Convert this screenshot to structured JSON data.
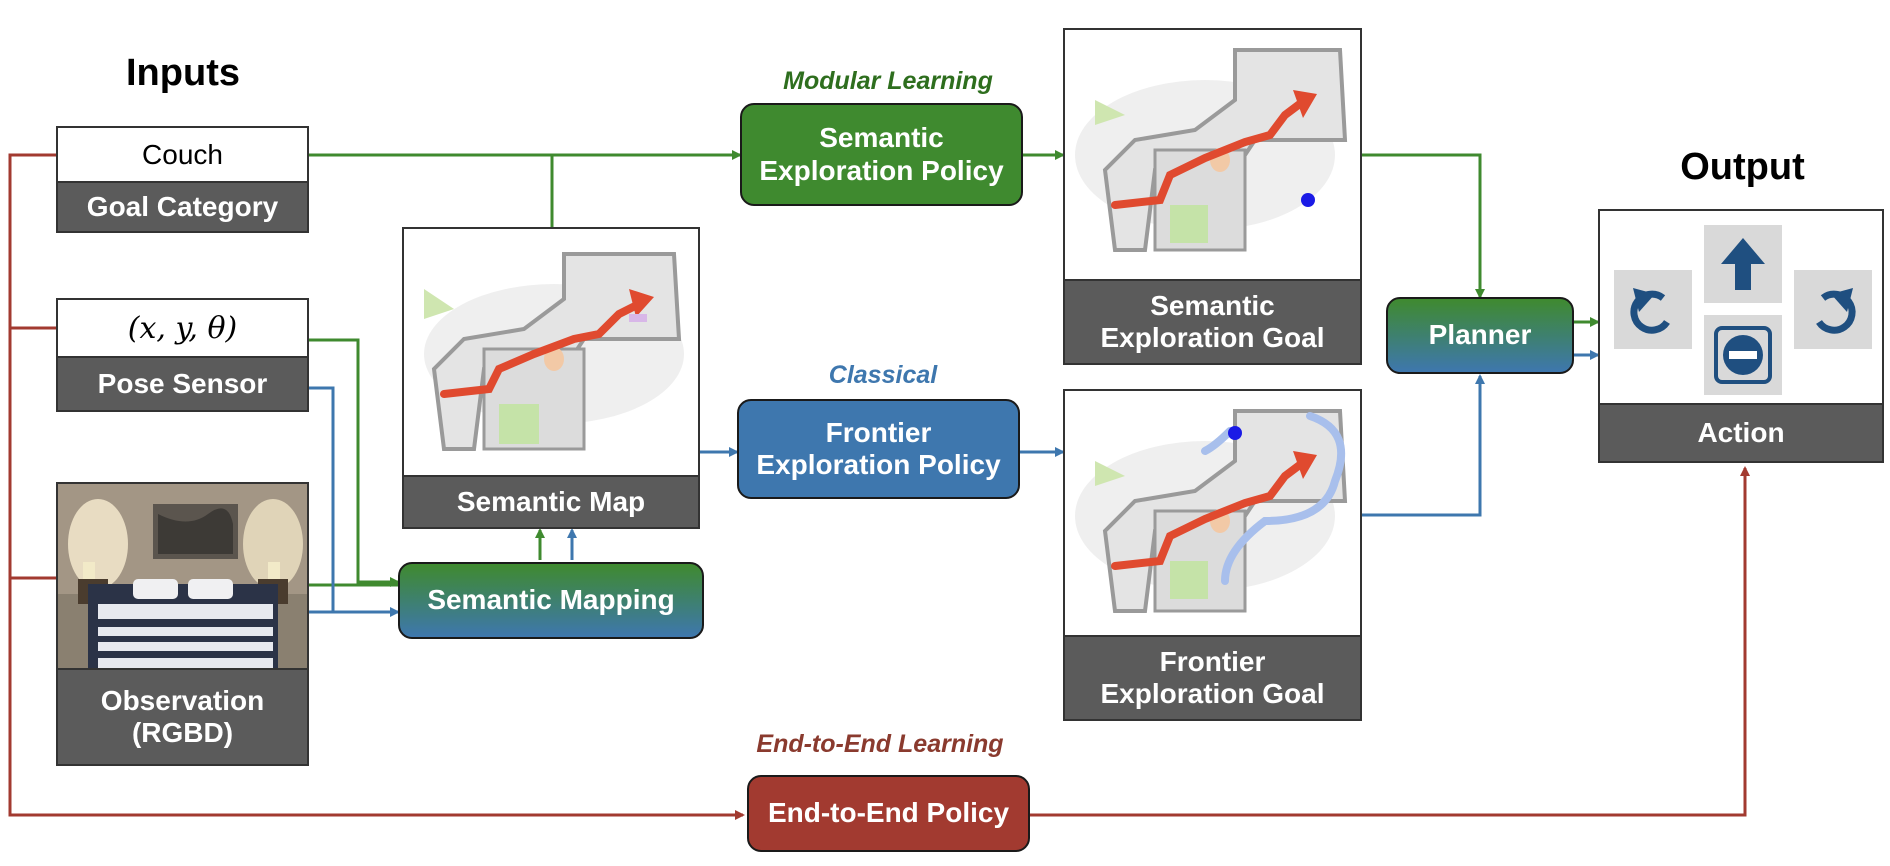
{
  "headings": {
    "inputs": "Inputs",
    "output": "Output"
  },
  "inputs": {
    "goal_value": "Couch",
    "goal_label": "Goal Category",
    "pose_value": "(x, y, θ)",
    "pose_label": "Pose Sensor",
    "observation_label_line1": "Observation",
    "observation_label_line2": "(RGBD)"
  },
  "semantic_map": {
    "label": "Semantic Map"
  },
  "semantic_mapping": {
    "label": "Semantic Mapping"
  },
  "modular": {
    "title": "Modular Learning",
    "policy_line1": "Semantic",
    "policy_line2": "Exploration Policy",
    "goal_line1": "Semantic",
    "goal_line2": "Exploration Goal"
  },
  "classical": {
    "title": "Classical",
    "policy_line1": "Frontier",
    "policy_line2": "Exploration Policy",
    "goal_line1": "Frontier",
    "goal_line2": "Exploration Goal"
  },
  "planner": {
    "label": "Planner"
  },
  "action": {
    "label": "Action"
  },
  "end_to_end": {
    "title": "End-to-End Learning",
    "policy": "End-to-End Policy"
  },
  "colors": {
    "green": "#3f8a2f",
    "blue": "#3e77ae",
    "red": "#a23a30",
    "title_green": "#2e6e1e",
    "title_blue": "#3e77ae",
    "title_red": "#8a3a2e",
    "gray_label": "#5b5b5b"
  },
  "icons": [
    "turn-left-icon",
    "forward-arrow-icon",
    "stop-icon",
    "turn-right-icon"
  ]
}
